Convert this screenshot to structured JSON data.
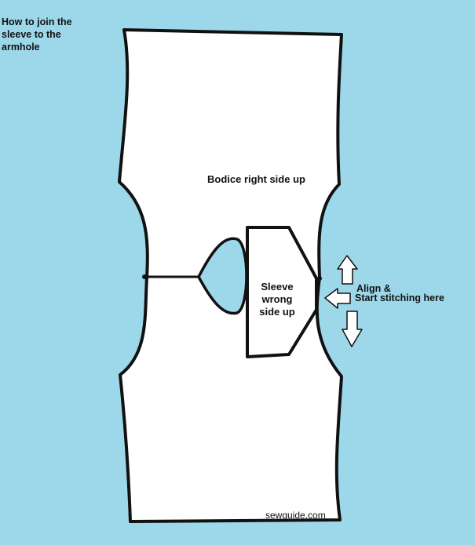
{
  "title": "How to join the\nsleeve to the\narmhole",
  "bodice_label": "Bodice right side up",
  "sleeve_label": "Sleeve\nwrong\nside up",
  "align_label": "Align &",
  "start_label": "Start stitching here",
  "watermark": "sewguide.com",
  "colors": {
    "background": "#9dd8ea",
    "fabric": "#ffffff",
    "outline": "#111111"
  },
  "icons": [
    "arrow-up-icon",
    "arrow-left-icon",
    "arrow-down-icon"
  ]
}
